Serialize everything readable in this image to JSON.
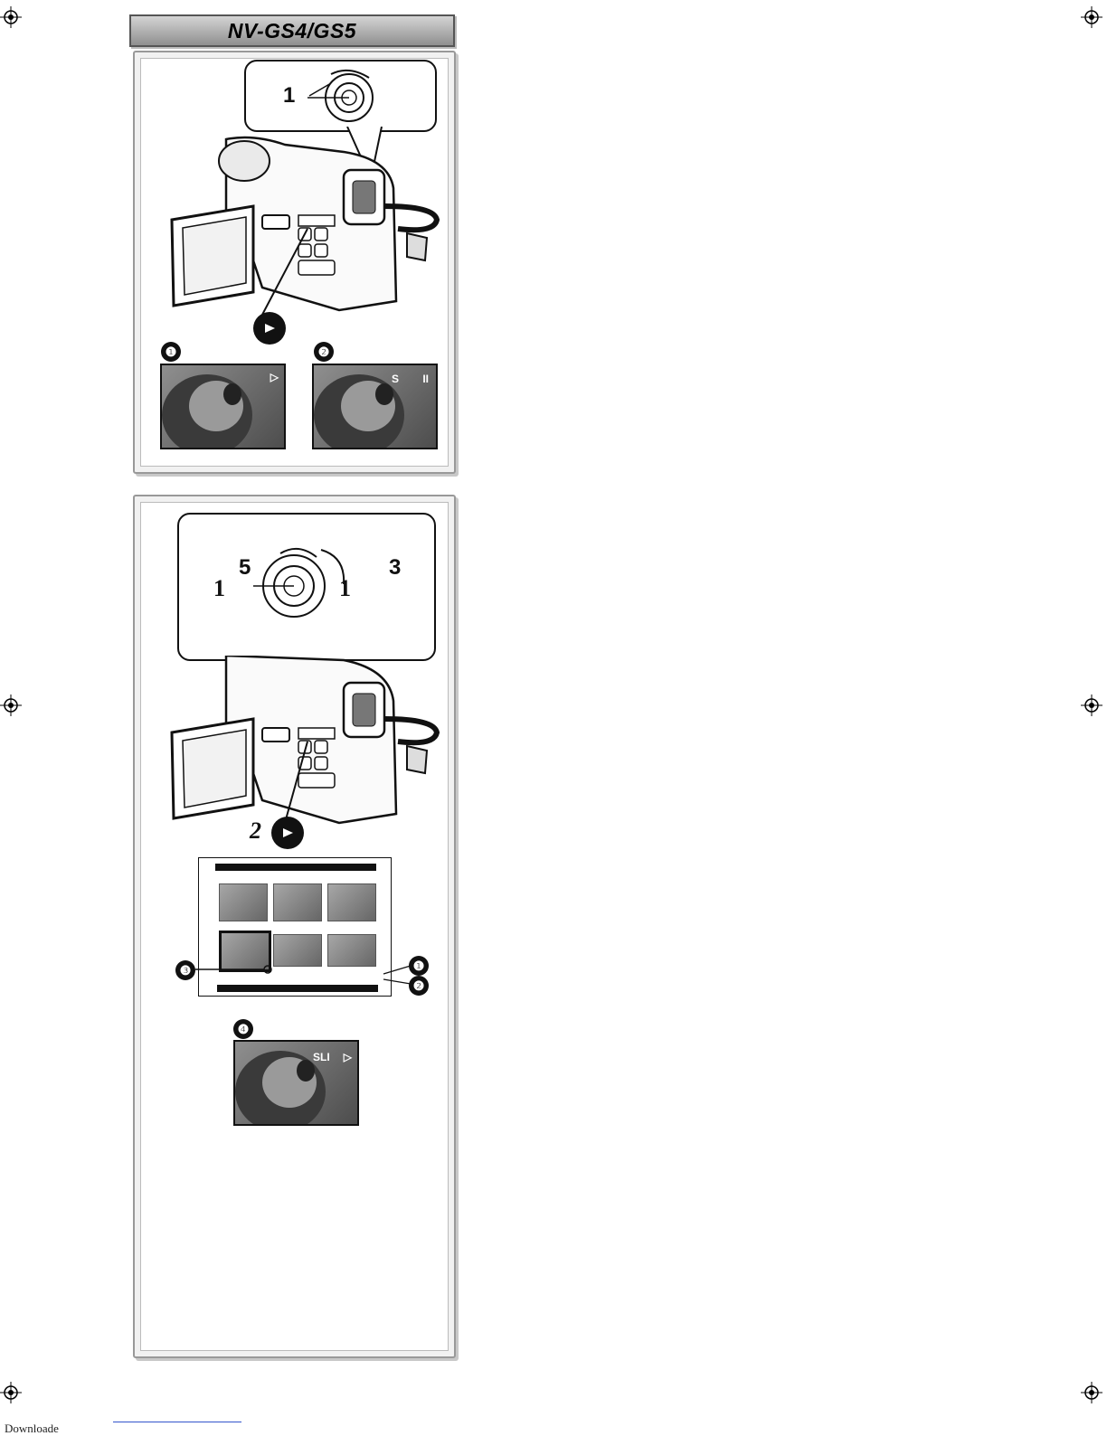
{
  "header": {
    "model": "NV-GS4/GS5"
  },
  "panel1": {
    "callout_label": "1",
    "steps": [
      "❶",
      "❷"
    ],
    "screen1_osd": "▷",
    "screen2_osd_left": "S",
    "screen2_osd_right": "II"
  },
  "panel2": {
    "callout_labels": {
      "left": "1",
      "top_left": "5",
      "right": "1",
      "top_right": "3"
    },
    "button_label": "2",
    "index_markers": [
      "❶",
      "❷",
      "❸"
    ],
    "step4_marker": "❹",
    "screen4_osd_left": "SLI",
    "screen4_osd_right": "▷"
  },
  "footer": {
    "text": "Downloade"
  },
  "icons": [
    "registration-mark-icon",
    "play-icon",
    "camcorder-icon",
    "mode-dial-icon"
  ]
}
